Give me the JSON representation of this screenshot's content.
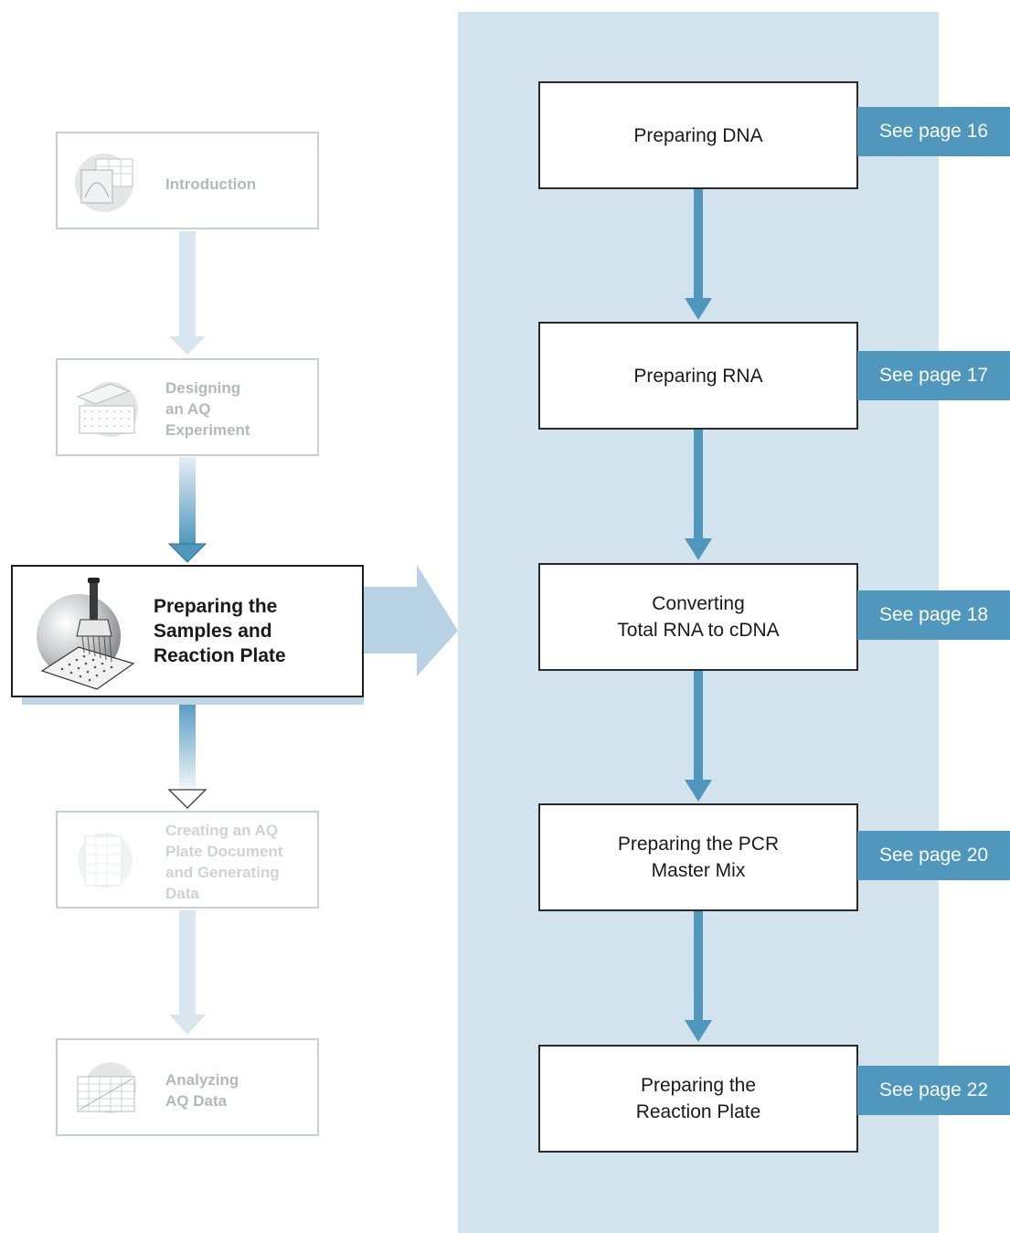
{
  "left_steps": [
    {
      "label": "Introduction",
      "icon": "computer-screen-icon",
      "state": "inactive"
    },
    {
      "label": "Designing\nan AQ\nExperiment",
      "icon": "plate-layout-icon",
      "state": "inactive"
    },
    {
      "label": "Preparing the\nSamples and\nReaction Plate",
      "icon": "pipette-plate-icon",
      "state": "active"
    },
    {
      "label": "Creating an AQ\nPlate Document\nand Generating\nData",
      "icon": "plate-document-icon",
      "state": "faint"
    },
    {
      "label": "Analyzing\nAQ Data",
      "icon": "data-grid-icon",
      "state": "inactive"
    }
  ],
  "right_steps": [
    {
      "label": "Preparing DNA",
      "page_ref": "See page 16"
    },
    {
      "label": "Preparing RNA",
      "page_ref": "See page 17"
    },
    {
      "label": "Converting\nTotal RNA to cDNA",
      "page_ref": "See page 18"
    },
    {
      "label": "Preparing the PCR\nMaster Mix",
      "page_ref": "See page 20"
    },
    {
      "label": "Preparing the\nReaction Plate",
      "page_ref": "See page 22"
    }
  ],
  "colors": {
    "panel": "#d3e3ee",
    "tab": "#4f97bd",
    "arrow_dark": "#4f97bd",
    "arrow_light": "#d8e6ef",
    "big_arrow": "#b7d2e4"
  }
}
